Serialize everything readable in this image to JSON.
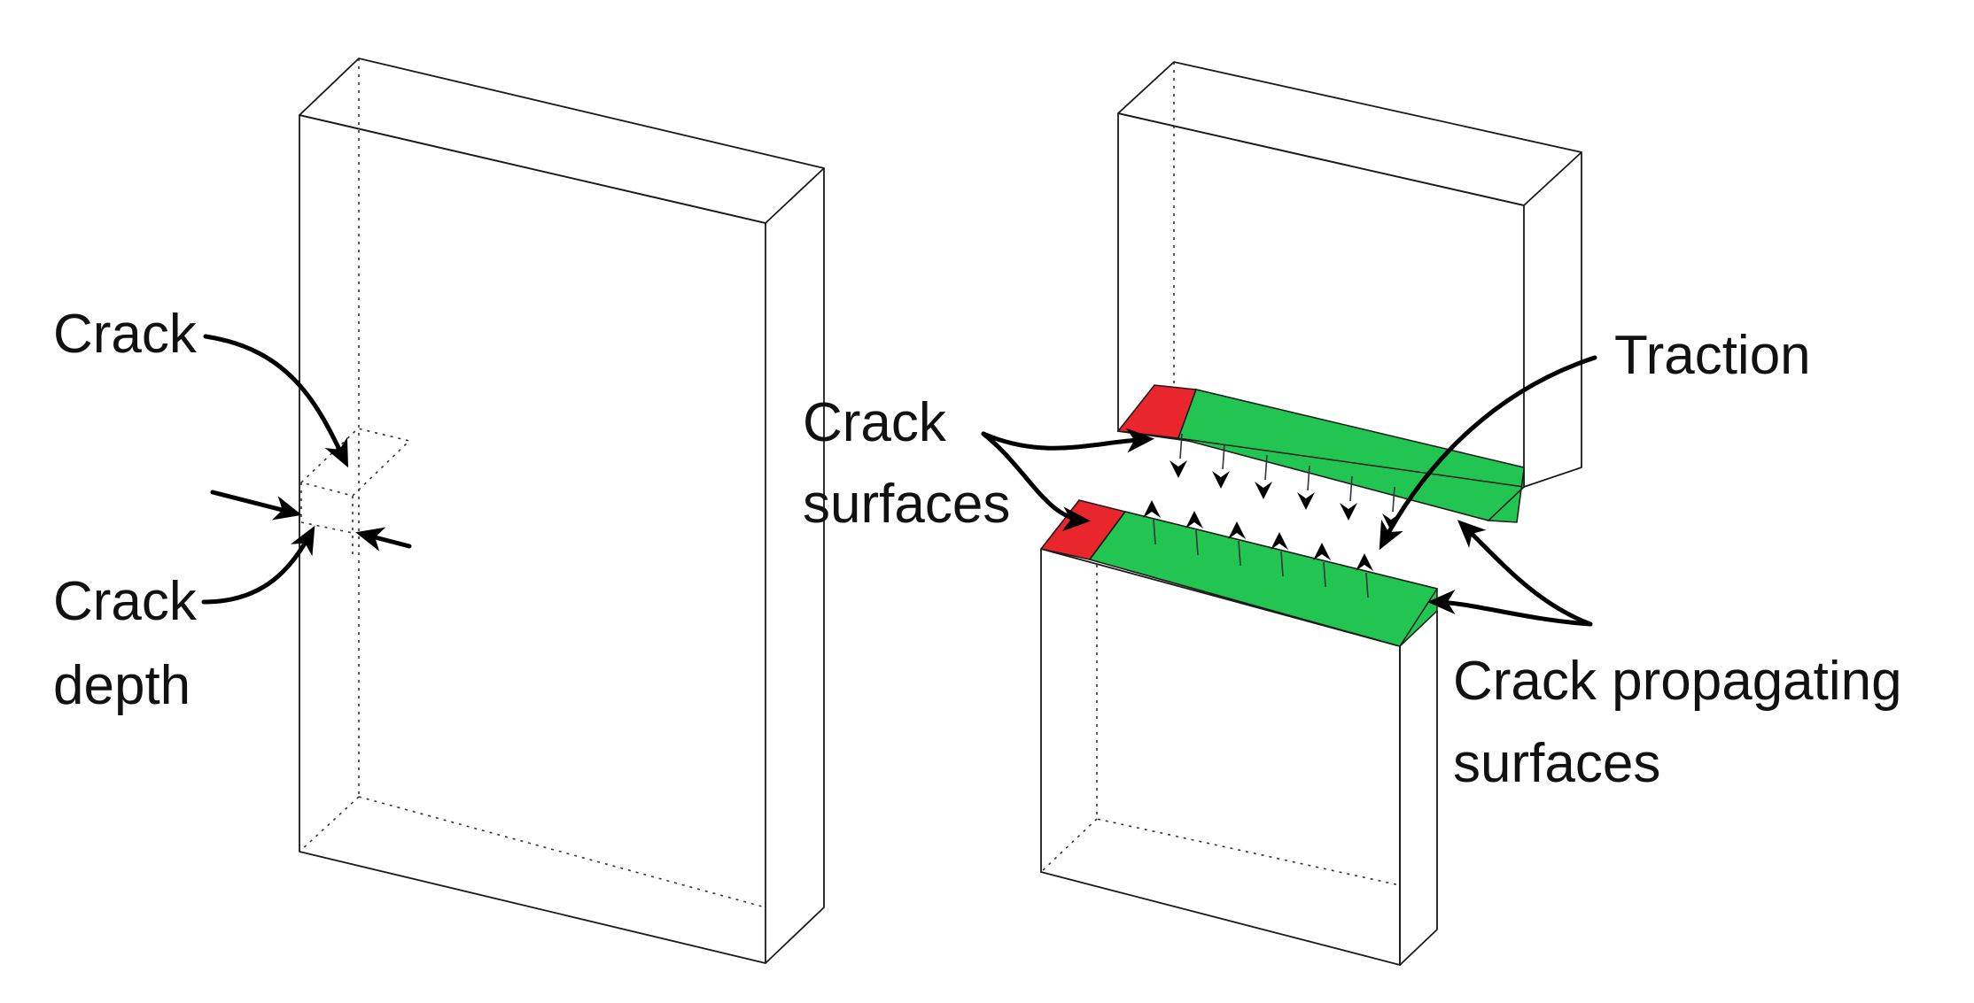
{
  "labels": {
    "crack": "Crack",
    "crack_depth_line1": "Crack",
    "crack_depth_line2": "depth",
    "crack_surfaces_line1": "Crack",
    "crack_surfaces_line2": "surfaces",
    "traction": "Traction",
    "crack_propagating_line1": "Crack propagating",
    "crack_propagating_line2": "surfaces"
  },
  "colors": {
    "crack_surface": "#e8262b",
    "propagating_surface": "#22c552",
    "edge": "#1a1a1a",
    "background": "#ffffff"
  }
}
